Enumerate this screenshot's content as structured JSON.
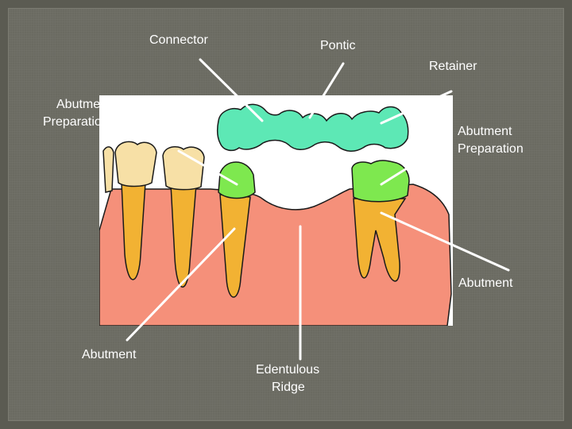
{
  "labels": {
    "connector": "Connector",
    "pontic": "Pontic",
    "retainer": "Retainer",
    "abutment_prep_left_1": "Abutment",
    "abutment_prep_left_2": "Preparation",
    "abutment_prep_right_1": "Abutment",
    "abutment_prep_right_2": "Preparation",
    "abutment_right": "Abutment",
    "abutment_left": "Abutment",
    "ridge_1": "Edentulous",
    "ridge_2": "Ridge"
  },
  "colors": {
    "background": "#6b6b62",
    "gum": "#f5907a",
    "bridge": "#5de8b5",
    "prep": "#7ee84f",
    "root": "#f2b233",
    "crown": "#f7e0a6",
    "leader": "#ffffff"
  }
}
